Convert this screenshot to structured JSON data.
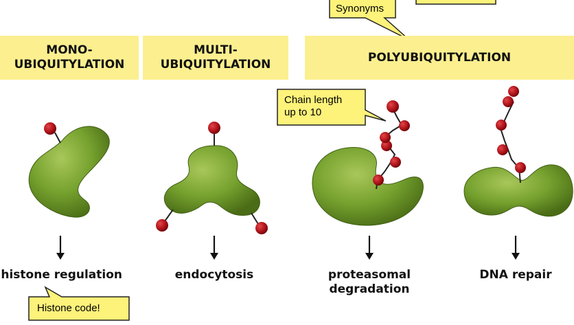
{
  "headers": {
    "mono": [
      "MONO-",
      "UBIQUITYLATION"
    ],
    "multi": [
      "MULTI-",
      "UBIQUITYLATION"
    ],
    "poly": "POLYUBIQUITYLATION"
  },
  "callouts": {
    "synonyms": "Synonyms",
    "chain_length": [
      "Chain length",
      "up to 10"
    ],
    "histone_code": "Histone code!"
  },
  "outcomes": {
    "histone": "histone regulation",
    "endocytosis": "endocytosis",
    "proteasomal": [
      "proteasomal",
      "degradation"
    ],
    "dna_repair": "DNA repair"
  },
  "colors": {
    "header_fill": "#fcef8f",
    "callout_fill": "#fdf27a",
    "protein_green": "#6f9a2a",
    "protein_dark": "#4d7018",
    "ubiquitin_red": "#b0141a"
  }
}
